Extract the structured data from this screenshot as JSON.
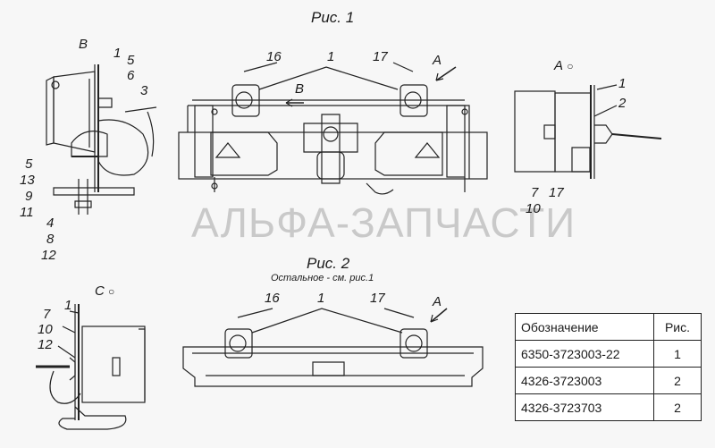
{
  "figure1": {
    "title": "Рис. 1",
    "view_b": "В",
    "view_a": "А",
    "arrow_a": "А",
    "arrow_b": "В",
    "side_labels_left": [
      "1",
      "5",
      "6",
      "3"
    ],
    "bottom_labels_left": [
      "5",
      "13",
      "9",
      "11"
    ],
    "bottom_labels_center": [
      "4",
      "8",
      "12"
    ],
    "top_labels": [
      "16",
      "1",
      "17"
    ],
    "view_a_labels": [
      "1",
      "2",
      "7",
      "10",
      "17"
    ]
  },
  "figure2": {
    "title": "Рис. 2",
    "subtitle": "Остальное - см. рис.1",
    "view_c": "С",
    "arrow_a": "А",
    "top_labels": [
      "16",
      "1",
      "17"
    ],
    "view_c_labels": [
      "1",
      "7",
      "10",
      "12"
    ]
  },
  "watermark": "АЛЬФА-ЗАПЧАСТИ",
  "table": {
    "headers": [
      "Обозначение",
      "Рис."
    ],
    "rows": [
      [
        "6350-3723003-22",
        "1"
      ],
      [
        "4326-3723003",
        "2"
      ],
      [
        "4326-3723703",
        "2"
      ]
    ]
  }
}
